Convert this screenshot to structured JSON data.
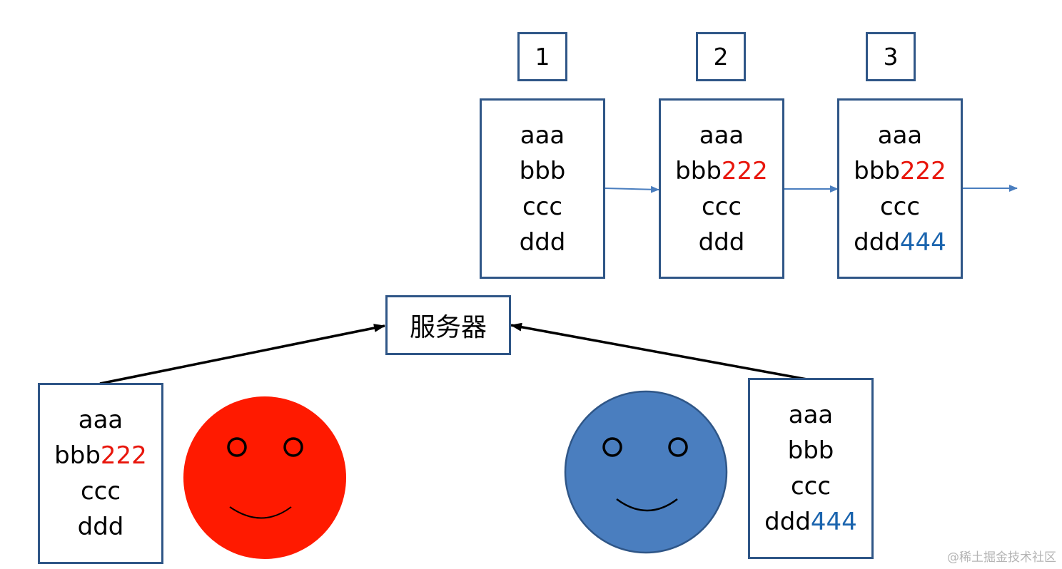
{
  "versions": [
    {
      "number": "1",
      "lines": [
        {
          "base": "aaa",
          "edit": ""
        },
        {
          "base": "bbb",
          "edit": ""
        },
        {
          "base": "ccc",
          "edit": ""
        },
        {
          "base": "ddd",
          "edit": ""
        }
      ]
    },
    {
      "number": "2",
      "lines": [
        {
          "base": "aaa",
          "edit": ""
        },
        {
          "base": "bbb",
          "edit": "222"
        },
        {
          "base": "ccc",
          "edit": ""
        },
        {
          "base": "ddd",
          "edit": ""
        }
      ]
    },
    {
      "number": "3",
      "lines": [
        {
          "base": "aaa",
          "edit": ""
        },
        {
          "base": "bbb",
          "edit": "222"
        },
        {
          "base": "ccc",
          "edit": ""
        },
        {
          "base": "ddd",
          "edit": "444"
        }
      ]
    }
  ],
  "server": {
    "label": "服务器"
  },
  "clients": [
    {
      "face_color": "#ff1a00",
      "lines": [
        {
          "base": "aaa",
          "edit": ""
        },
        {
          "base": "bbb",
          "edit": "222"
        },
        {
          "base": "ccc",
          "edit": ""
        },
        {
          "base": "ddd",
          "edit": ""
        }
      ]
    },
    {
      "face_color": "#4a7ebf",
      "lines": [
        {
          "base": "aaa",
          "edit": ""
        },
        {
          "base": "bbb",
          "edit": ""
        },
        {
          "base": "ccc",
          "edit": ""
        },
        {
          "base": "ddd",
          "edit": "444"
        }
      ]
    }
  ],
  "colors": {
    "box_border": "#2f5687",
    "version_arrow": "#4a7ebf",
    "client_arrow": "#000000",
    "edit_red": "#e8160c",
    "edit_blue": "#1a64ae"
  },
  "watermark": "@稀土掘金技术社区"
}
